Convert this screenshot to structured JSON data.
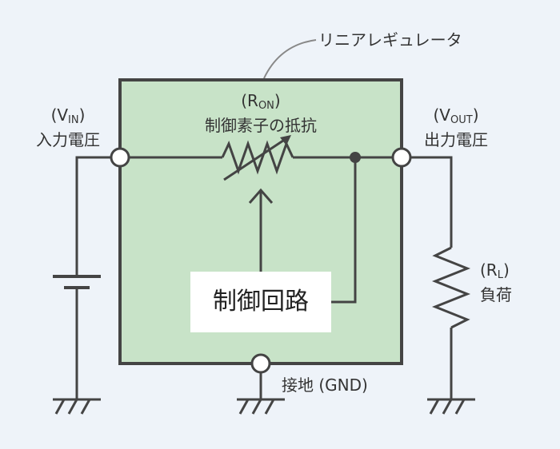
{
  "title": "リニアレギュレータ",
  "resistor": {
    "paren_open": "(R",
    "sub": "ON",
    "paren_close": ")",
    "name": "制御素子の抵抗"
  },
  "vin": {
    "paren_open": "(V",
    "sub": "IN",
    "paren_close": ")",
    "name": "入力電圧"
  },
  "vout": {
    "paren_open": "(V",
    "sub": "OUT",
    "paren_close": ")",
    "name": "出力電圧"
  },
  "load": {
    "paren_open": "(R",
    "sub": "L",
    "paren_close": ")",
    "name": "負荷"
  },
  "control_circuit": "制御回路",
  "ground": "接地 (GND)",
  "colors": {
    "background": "#eef3f9",
    "box_fill": "#c8e3c8",
    "line": "#444444"
  }
}
